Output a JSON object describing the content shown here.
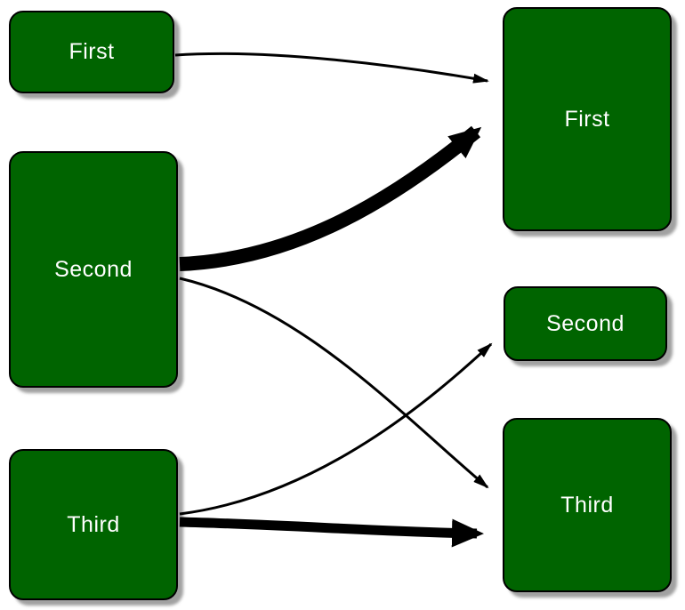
{
  "diagram": {
    "type": "flow-mapping",
    "colors": {
      "node_fill": "#006400",
      "node_border": "#000000",
      "label": "#ffffff",
      "edge": "#000000",
      "background": "#ffffff",
      "shadow": "#828282"
    },
    "left_nodes": [
      {
        "id": "left-first",
        "label": "First"
      },
      {
        "id": "left-second",
        "label": "Second"
      },
      {
        "id": "left-third",
        "label": "Third"
      }
    ],
    "right_nodes": [
      {
        "id": "right-first",
        "label": "First"
      },
      {
        "id": "right-second",
        "label": "Second"
      },
      {
        "id": "right-third",
        "label": "Third"
      }
    ],
    "edges": [
      {
        "from": "left-first",
        "to": "right-first",
        "weight": "thin"
      },
      {
        "from": "left-second",
        "to": "right-first",
        "weight": "thick"
      },
      {
        "from": "left-second",
        "to": "right-third",
        "weight": "thin"
      },
      {
        "from": "left-third",
        "to": "right-second",
        "weight": "thin"
      },
      {
        "from": "left-third",
        "to": "right-third",
        "weight": "thick"
      }
    ]
  }
}
